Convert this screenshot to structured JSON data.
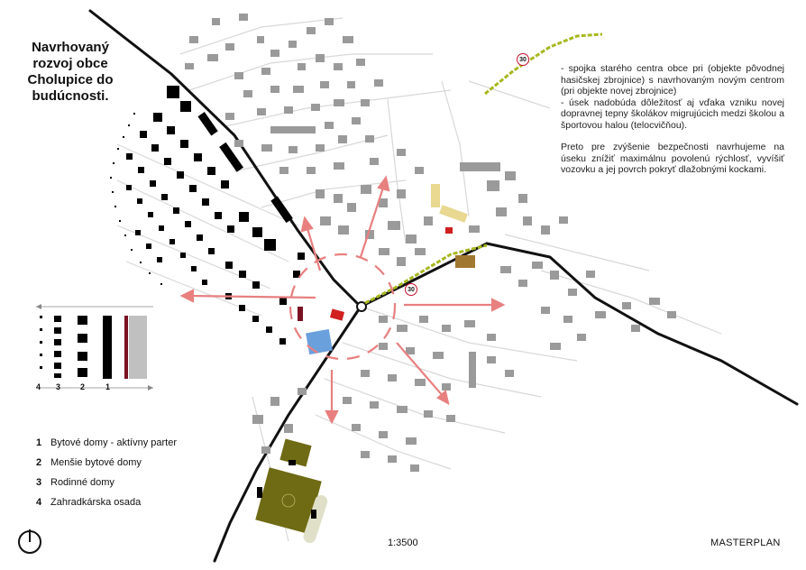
{
  "title": "Navrhovaný\nrozvoj obce\nCholupice do\nbudúcnosti.",
  "description": {
    "items": [
      "- spojka starého centra obce pri (objekte pôvodnej hasičskej zbrojnice) s navrhovaným novým centrom (pri objekte novej zbrojnice)",
      "- úsek nadobúda dôležitosť aj vďaka vzniku novej dopravnej tepny školákov migrujúcich medzi školou a športovou halou (telocvičňou)."
    ],
    "paragraph": "Preto pre zvýšenie bezpečnosti navrhujeme na úseku znížiť maximálnu povolenú rýchlosť, vyvíšiť vozovku a jej povrch pokryť dlažobnými kockami."
  },
  "speed_sign": "30",
  "legend_scale_labels": [
    "4",
    "3",
    "2",
    "1"
  ],
  "legend": [
    {
      "num": "1",
      "label": "Bytové domy - aktívny parter"
    },
    {
      "num": "2",
      "label": "Menšie bytové domy"
    },
    {
      "num": "3",
      "label": "Rodinné domy"
    },
    {
      "num": "4",
      "label": "Zahradkárska osada"
    }
  ],
  "scale": "1:3500",
  "plan_label": "MASTERPLAN",
  "colors": {
    "road": "#111111",
    "building": "#9a9a9a",
    "arrow": "#e88080",
    "green_link": "#a8b820",
    "school": "#e8d890",
    "hall": "#6aa0dc",
    "fire_station": "#d02020",
    "old_center": "#a07830",
    "field": "#6f6a14",
    "track": "#e0e0c8"
  }
}
